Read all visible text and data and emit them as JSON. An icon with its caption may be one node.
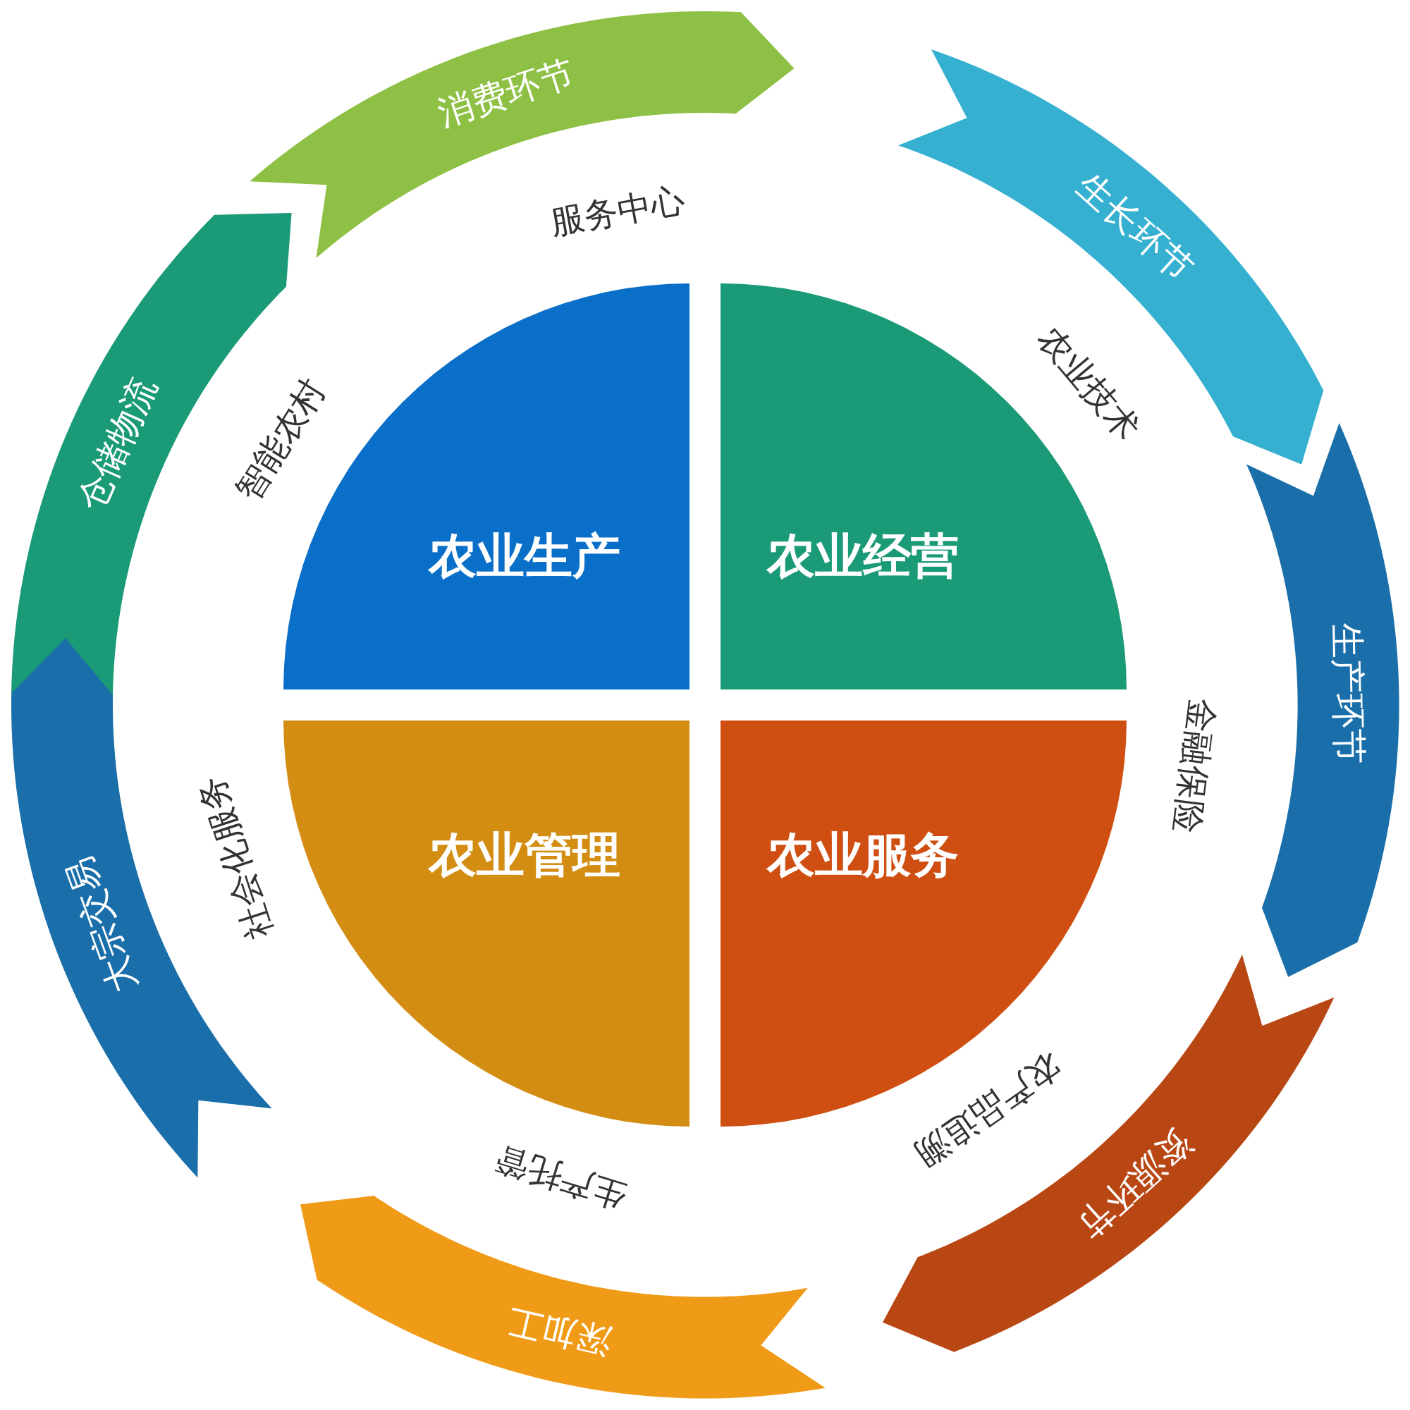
{
  "diagram": {
    "nodes": [
      {
        "text": [
          "农业生产"
        ]
      },
      {
        "text": [
          "农业经营"
        ]
      },
      {
        "text": [
          "农业管理"
        ]
      },
      {
        "text": [
          "农业服务"
        ]
      },
      {
        "text": [
          "消费环节"
        ]
      },
      {
        "text": [
          "生长环节"
        ]
      },
      {
        "text": [
          "生产环节"
        ]
      },
      {
        "text": [
          "资源环节"
        ]
      },
      {
        "text": [
          "深加工"
        ]
      },
      {
        "text": [
          "大宗交易"
        ]
      },
      {
        "text": [
          "仓储物流"
        ]
      }
    ],
    "labels": [
      "服务中心",
      "农业技术",
      "金融保险",
      "农产品追溯",
      "生产托管",
      "社会化服务",
      "智能农村"
    ]
  }
}
